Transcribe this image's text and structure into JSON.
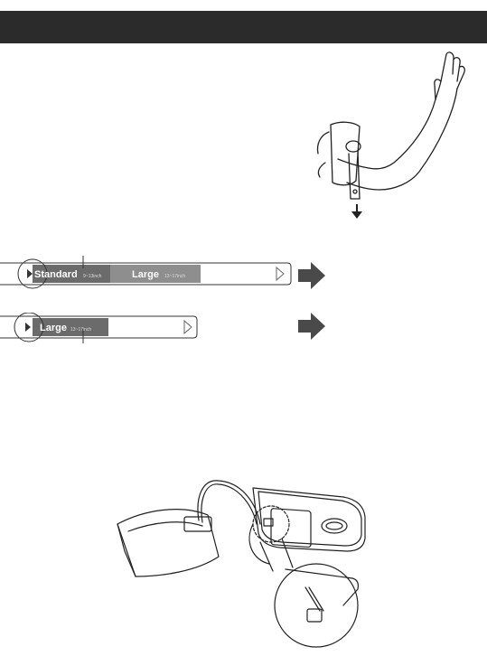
{
  "header": {
    "title": ""
  },
  "cuff_strips": [
    {
      "primary_label": "Standard",
      "primary_range": "9~13inch",
      "secondary_label": "Large",
      "secondary_range": "13~17inch"
    },
    {
      "primary_label": "Large",
      "primary_range": "13~17inch"
    }
  ],
  "colors": {
    "header_bg": "#2b2b2b",
    "strip_dark": "#6b6b6b",
    "strip_mid": "#8e8e8e",
    "arrow": "#4a4a4a"
  },
  "icons": [
    "arm-with-cuff-illustration",
    "arrow-right-icon",
    "cuff-and-monitor-illustration"
  ]
}
